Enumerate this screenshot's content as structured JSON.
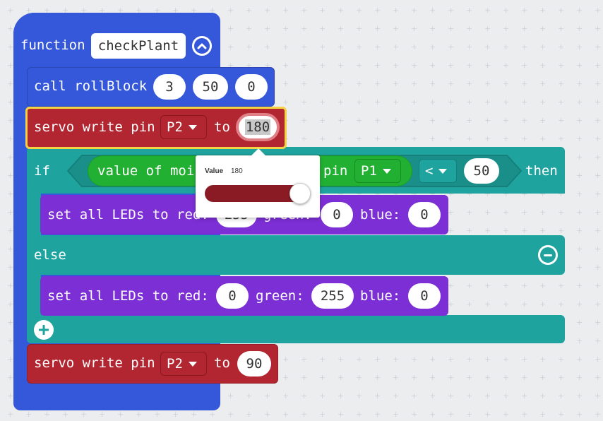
{
  "function_block": {
    "keyword": "function",
    "name": "checkPlant"
  },
  "call_block": {
    "label": "call rollBlock",
    "args": [
      "3",
      "50",
      "0"
    ]
  },
  "servo1": {
    "label": "servo write pin",
    "pin": "P2",
    "to_label": "to",
    "value": "180"
  },
  "if_block": {
    "if_label": "if",
    "sensor_label": "value of moi",
    "pin_label": "pin",
    "pin": "P1",
    "operator": "<",
    "compare_value": "50",
    "then_label": "then",
    "else_label": "else"
  },
  "leds1": {
    "label": "set all LEDs to red:",
    "red": "255",
    "green_label": "green:",
    "green": "0",
    "blue_label": "blue:",
    "blue": "0"
  },
  "leds2": {
    "label": "set all LEDs to red:",
    "red": "0",
    "green_label": "green:",
    "green": "255",
    "blue_label": "blue:",
    "blue": "0"
  },
  "servo2": {
    "label": "servo write pin",
    "pin": "P2",
    "to_label": "to",
    "value": "90"
  },
  "slider_popup": {
    "label": "Value",
    "value": "180",
    "fraction": 1.0
  },
  "colors": {
    "function_blue": "#3458d9",
    "servo_red": "#b12630",
    "logic_teal": "#1fa39e",
    "led_purple": "#7d2fd6",
    "sensor_green": "#22b033",
    "highlight_yellow": "#f5d342"
  }
}
